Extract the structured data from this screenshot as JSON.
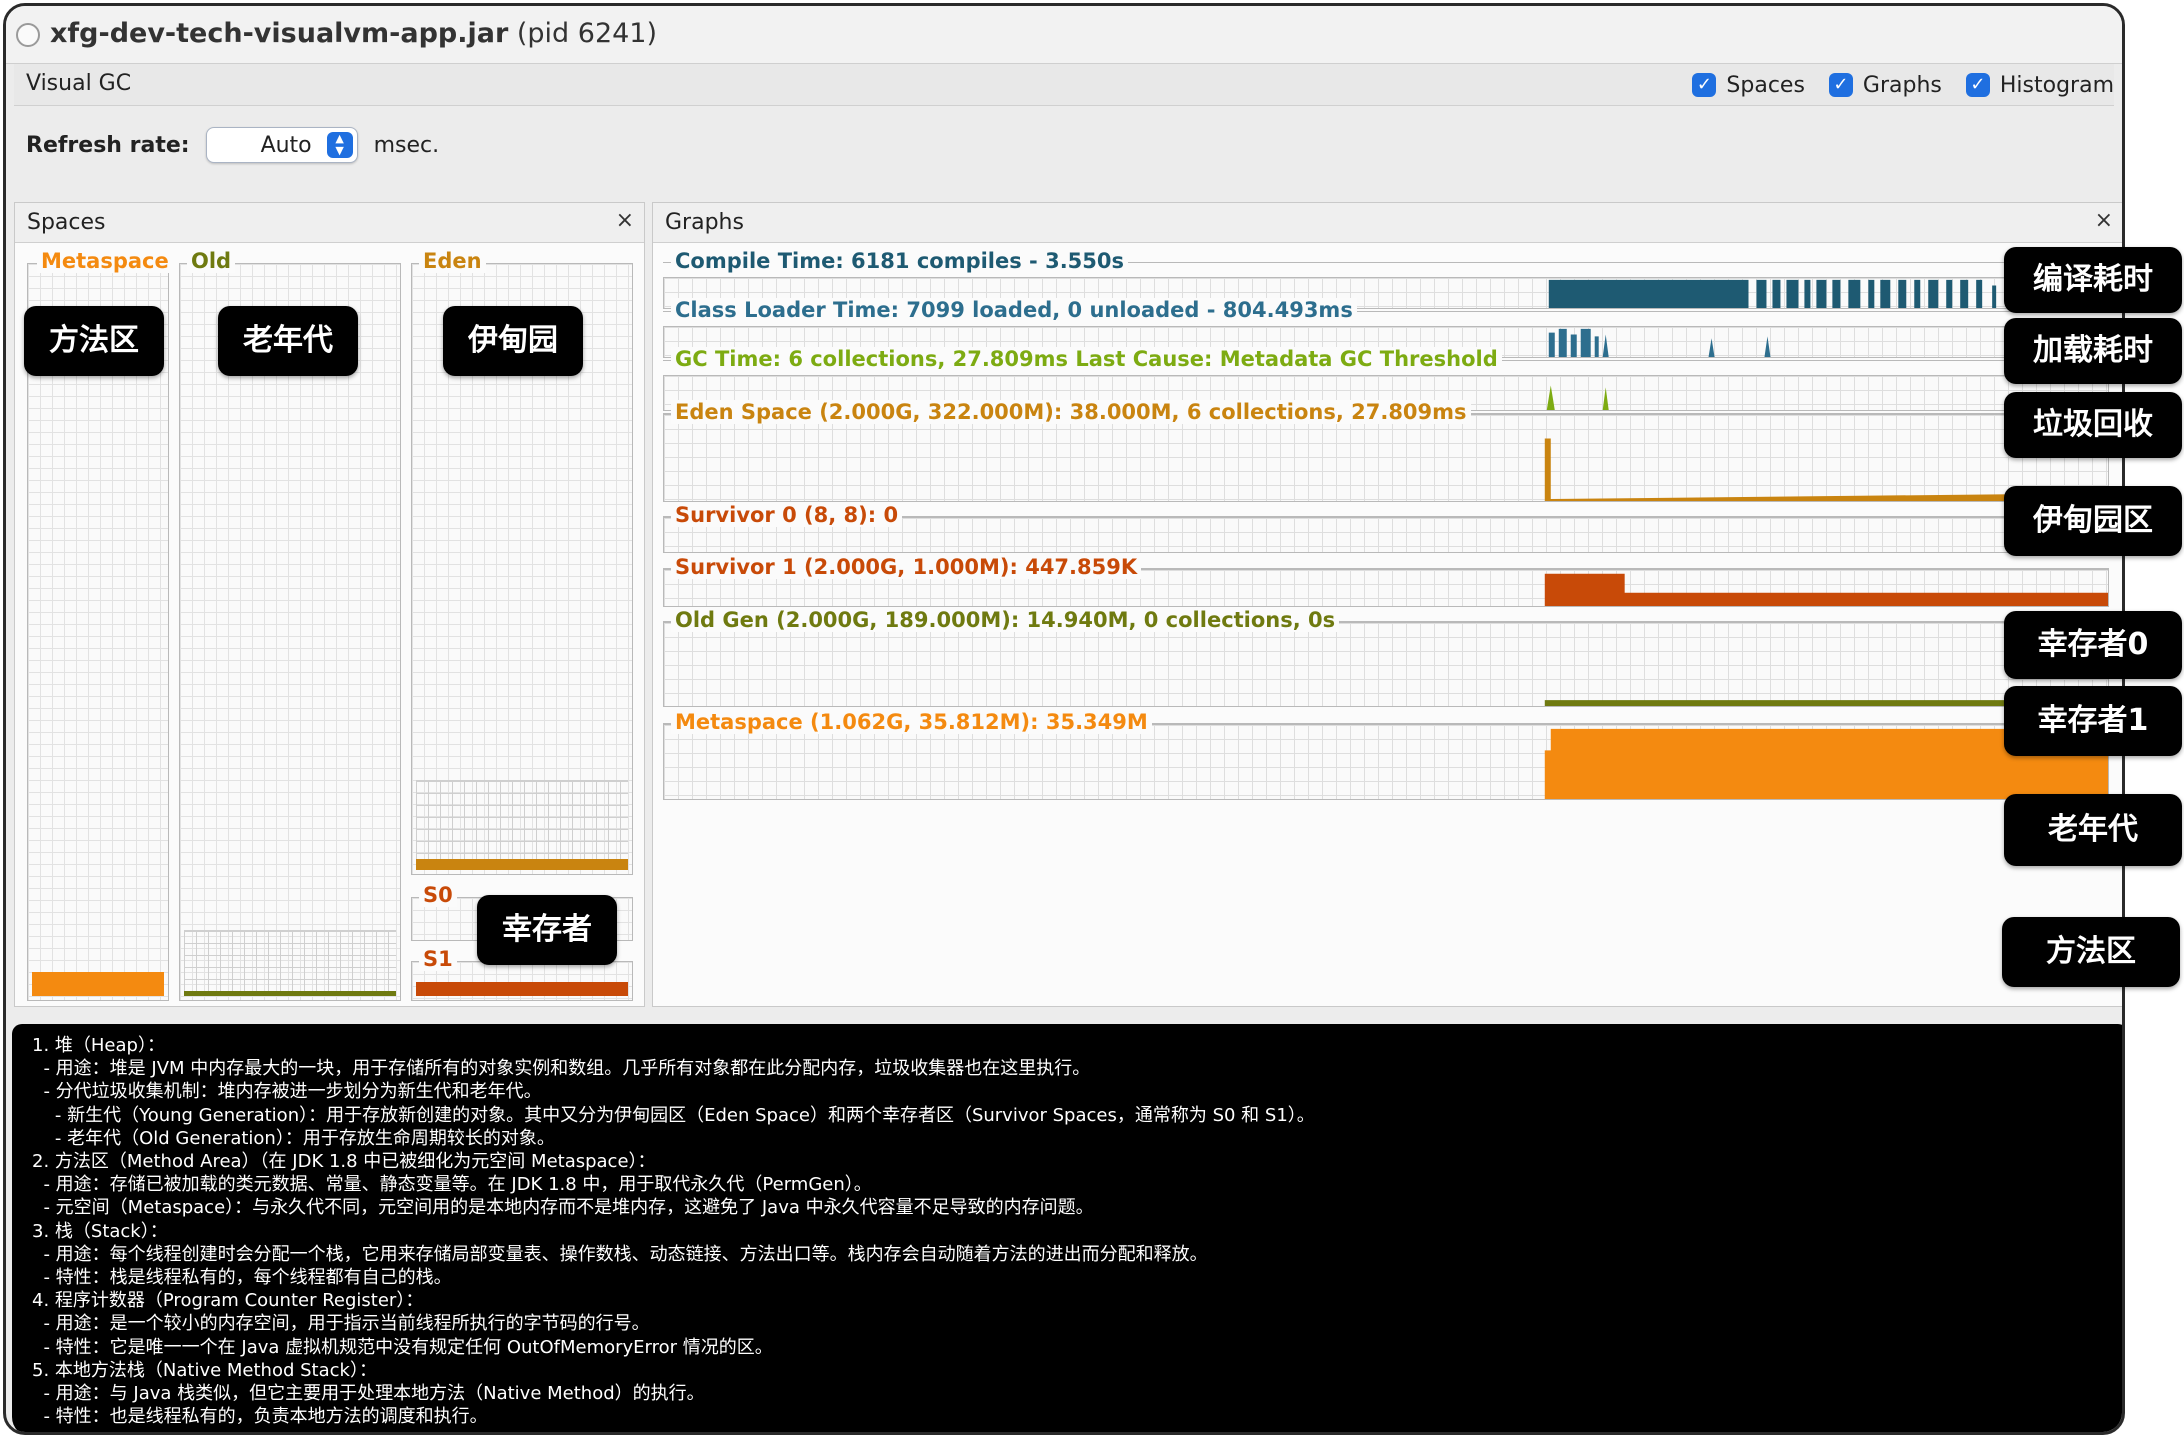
{
  "window": {
    "title": "xfg-dev-tech-visualvm-app.jar",
    "pid": "(pid 6241)"
  },
  "toolbar": {
    "tab": "Visual GC",
    "checks": [
      {
        "label": "Spaces",
        "checked": true
      },
      {
        "label": "Graphs",
        "checked": true
      },
      {
        "label": "Histogram",
        "checked": true
      }
    ]
  },
  "refresh": {
    "label": "Refresh rate:",
    "value": "Auto",
    "unit": "msec."
  },
  "spaces_panel": {
    "title": "Spaces",
    "close": "×",
    "metaspace": {
      "label": "Metaspace",
      "used_fraction": 0.033
    },
    "old": {
      "label": "Old",
      "used_fraction": 0.007
    },
    "eden": {
      "label": "Eden",
      "used_fraction": 0.018
    },
    "s0": {
      "label": "S0",
      "used_fraction": 0.0
    },
    "s1": {
      "label": "S1",
      "used_fraction": 0.45
    }
  },
  "graphs_panel": {
    "title": "Graphs",
    "close": "×",
    "compile": {
      "title": "Compile Time: 6181 compiles - 3.550s"
    },
    "classloader": {
      "title": "Class Loader Time: 7099 loaded, 0 unloaded - 804.493ms"
    },
    "gc": {
      "title": "GC Time: 6 collections, 27.809ms Last Cause: Metadata GC Threshold"
    },
    "eden": {
      "title": "Eden Space (2.000G, 322.000M): 38.000M, 6 collections, 27.809ms"
    },
    "s0": {
      "title": "Survivor 0 (8, 8): 0"
    },
    "s1": {
      "title": "Survivor 1 (2.000G, 1.000M): 447.859K"
    },
    "old": {
      "title": "Old Gen (2.000G, 189.000M): 14.940M, 0 collections, 0s"
    },
    "metaspace": {
      "title": "Metaspace (1.062G, 35.812M): 35.349M"
    }
  },
  "annotations": {
    "spaces": {
      "metaspace": "方法区",
      "old": "老年代",
      "eden": "伊甸园",
      "survivor": "幸存者"
    },
    "graphs": {
      "compile": "编译耗时",
      "classloader": "加载耗时",
      "gc": "垃圾回收",
      "eden": "伊甸园区",
      "s0": "幸存者0",
      "s1": "幸存者1",
      "old": "老年代",
      "metaspace": "方法区"
    }
  },
  "colors": {
    "compile": "#1e5a72",
    "classloader": "#2d6e8e",
    "gc": "#7dab12",
    "eden": "#c98410",
    "survivor": "#c84a08",
    "old": "#6f7a10",
    "metaspace": "#f48a10"
  },
  "notes": [
    "1. 堆（Heap）：",
    "  - 用途：堆是 JVM 中内存最大的一块，用于存储所有的对象实例和数组。几乎所有对象都在此分配内存，垃圾收集器也在这里执行。",
    "  - 分代垃圾收集机制：堆内存被进一步划分为新生代和老年代。",
    "    - 新生代（Young Generation）：用于存放新创建的对象。其中又分为伊甸园区（Eden Space）和两个幸存者区（Survivor Spaces，通常称为 S0 和 S1）。",
    "    - 老年代（Old Generation）：用于存放生命周期较长的对象。",
    "2. 方法区（Method Area）（在 JDK 1.8 中已被细化为元空间 Metaspace）：",
    "  - 用途：存储已被加载的类元数据、常量、静态变量等。在 JDK 1.8 中，用于取代永久代（PermGen）。",
    "  - 元空间（Metaspace）：与永久代不同，元空间用的是本地内存而不是堆内存，这避免了 Java 中永久代容量不足导致的内存问题。",
    "3. 栈（Stack）：",
    "  - 用途：每个线程创建时会分配一个栈，它用来存储局部变量表、操作数栈、动态链接、方法出口等。栈内存会自动随着方法的进出而分配和释放。",
    "  - 特性：栈是线程私有的，每个线程都有自己的栈。",
    "4. 程序计数器（Program Counter Register）：",
    "  - 用途：是一个较小的内存空间，用于指示当前线程所执行的字节码的行号。",
    "  - 特性：它是唯一一个在 Java 虚拟机规范中没有规定任何 OutOfMemoryError 情况的区。",
    "5. 本地方法栈（Native Method Stack）：",
    "  - 用途：与 Java 栈类似，但它主要用于处理本地方法（Native Method）的执行。",
    "  - 特性：也是线程私有的，负责本地方法的调度和执行。"
  ]
}
